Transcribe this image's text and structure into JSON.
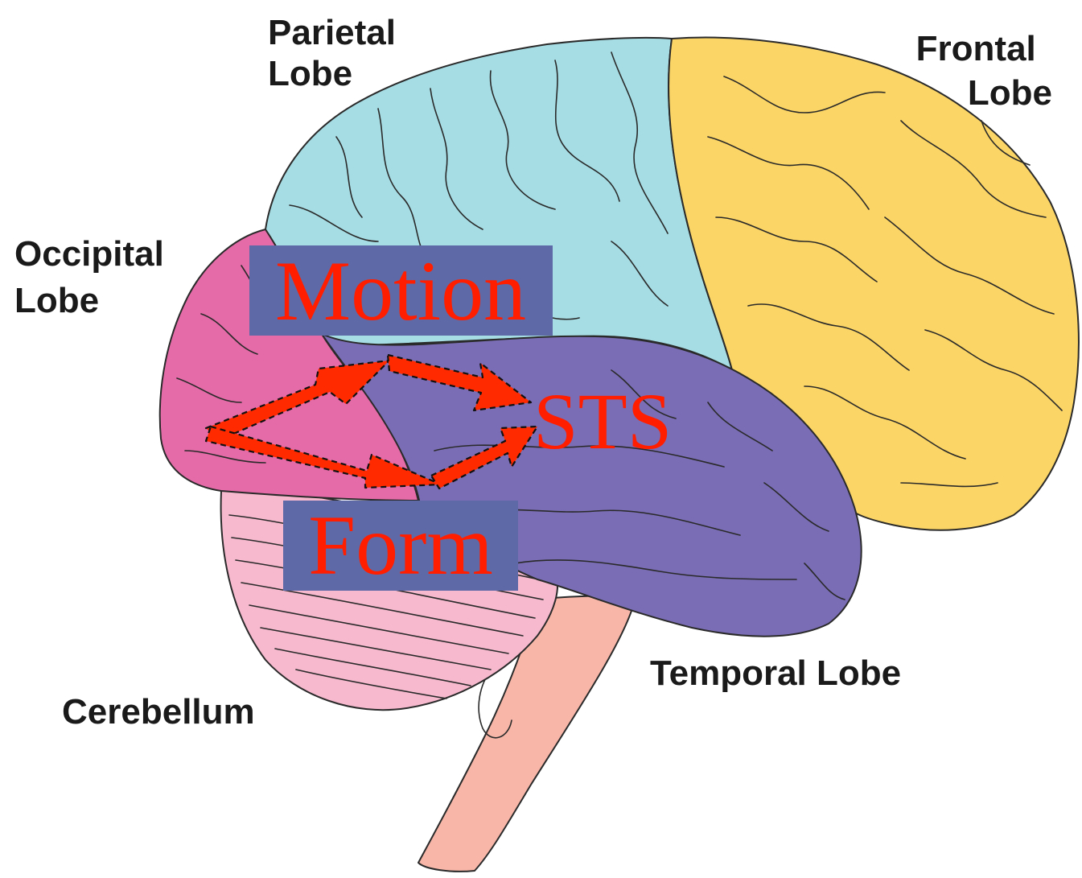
{
  "labels": {
    "parietal": [
      "Parietal",
      "Lobe"
    ],
    "frontal": [
      "Frontal",
      "Lobe"
    ],
    "occipital": [
      "Occipital",
      "Lobe"
    ],
    "temporal": "Temporal Lobe",
    "cerebellum": "Cerebellum"
  },
  "pathway": {
    "motion": "Motion",
    "form": "Form",
    "sts": "STS"
  },
  "colors": {
    "parietal": "#a6dde4",
    "frontal": "#fbd565",
    "occipital": "#e46ba7",
    "temporal": "#7a6db5",
    "cerebellum": "#f6b9cd",
    "brainstem": "#f7b6a8",
    "label_box": "#5e6aa8",
    "overlay_text": "#ff1e00",
    "arrow": "#ff2a00"
  }
}
